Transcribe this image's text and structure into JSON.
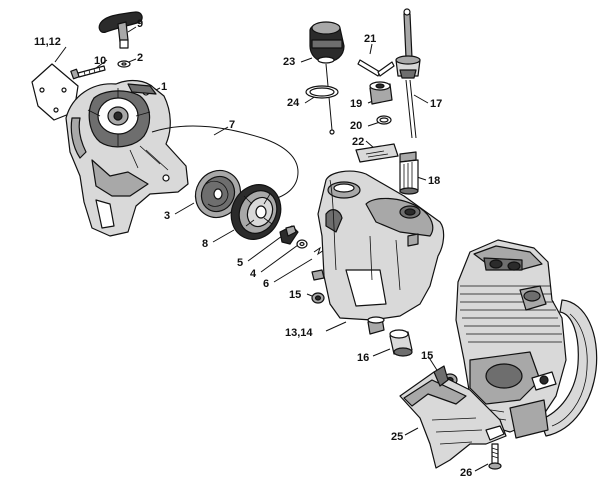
{
  "diagram": {
    "callouts": [
      "11,12",
      "10",
      "9",
      "2",
      "1",
      "7",
      "3",
      "8",
      "5",
      "4",
      "6",
      "23",
      "21",
      "24",
      "19",
      "20",
      "17",
      "22",
      "18",
      "15",
      "13,14",
      "16",
      "15",
      "25",
      "26"
    ]
  }
}
